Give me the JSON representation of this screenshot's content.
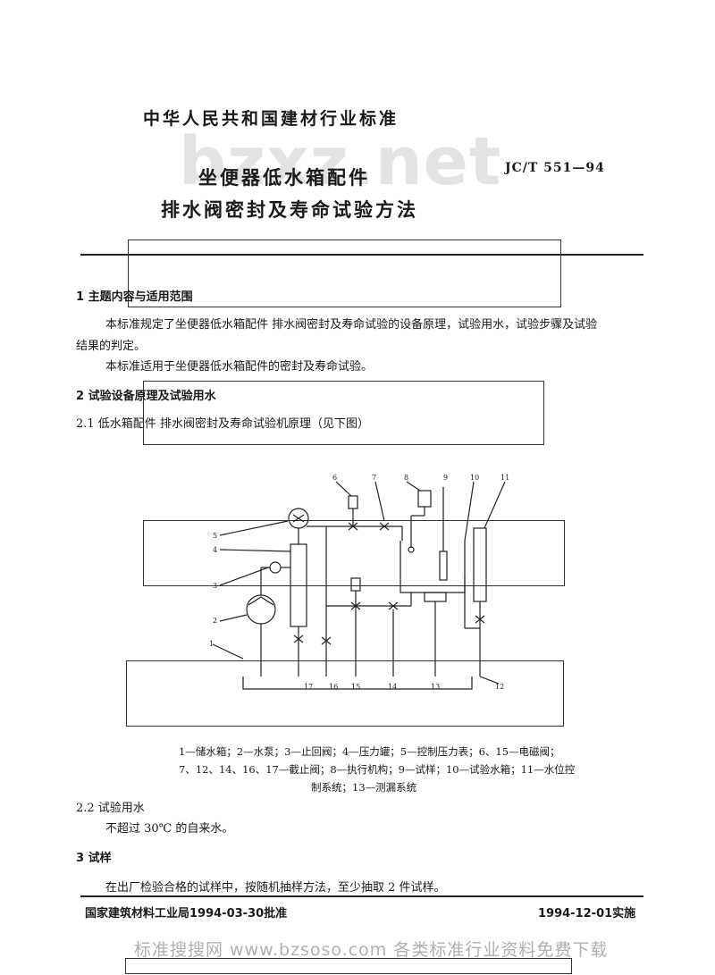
{
  "header": {
    "org": "中华人民共和国建材行业标准",
    "watermark": "bzxz.net",
    "standard_no": "JC/T 551—94",
    "title_line1": "坐便器低水箱配件",
    "title_line2": "排水阀密封及寿命试验方法"
  },
  "sections": {
    "s1_heading": "1  主题内容与适用范围",
    "s1_p1_line1": "本标准规定了坐便器低水箱配件  排水阀密封及寿命试验的设备原理，试验用水，试验步骤及试验",
    "s1_p1_line2": "结果的判定。",
    "s1_p2": "本标准适用于坐便器低水箱配件的密封及寿命试验。",
    "s2_heading": "2  试验设备原理及试验用水",
    "s21": "2.1   低水箱配件  排水阀密封及寿命试验机原理（见下图）",
    "caption_line1": "1—储水箱；2—水泵；3—止回阀；4—压力罐；5—控制压力表；6、15—电磁阀；",
    "caption_line2": "7、12、14、16、17—截止阀；8—执行机构；9—试样；10—试验水箱；11—水位控",
    "caption_line3": "制系统；13—测漏系统",
    "s22_heading": "2.2  试验用水",
    "s22_text": "不超过 30℃ 的自来水。",
    "s3_heading": "3  试样",
    "s3_text": "在出厂检验合格的试样中，按随机抽样方法，至少抽取 2 件试样。"
  },
  "diagram_labels": [
    "1",
    "2",
    "3",
    "4",
    "5",
    "6",
    "7",
    "8",
    "9",
    "10",
    "11",
    "12",
    "13",
    "14",
    "15",
    "16",
    "17"
  ],
  "footer": {
    "left": "国家建筑材料工业局1994-03-30批准",
    "right": "1994-12-01实施",
    "bottom_watermark": "标准搜搜网  www.bzsoso.com  各类标准行业资料免费下载"
  }
}
